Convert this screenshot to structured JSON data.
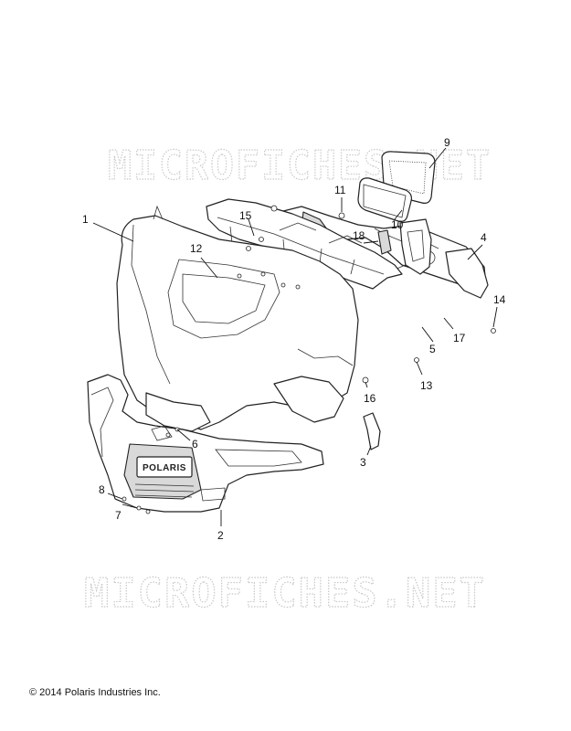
{
  "watermarks": [
    "MICROFICHES.NET",
    "MICROFICHES.NET"
  ],
  "callouts": [
    "1",
    "2",
    "3",
    "4",
    "5",
    "6",
    "7",
    "8",
    "9",
    "10",
    "11",
    "12",
    "13",
    "14",
    "15",
    "16",
    "17",
    "18"
  ],
  "copyright": "© 2014 Polaris Industries Inc.",
  "grille_badge": "POLARIS"
}
